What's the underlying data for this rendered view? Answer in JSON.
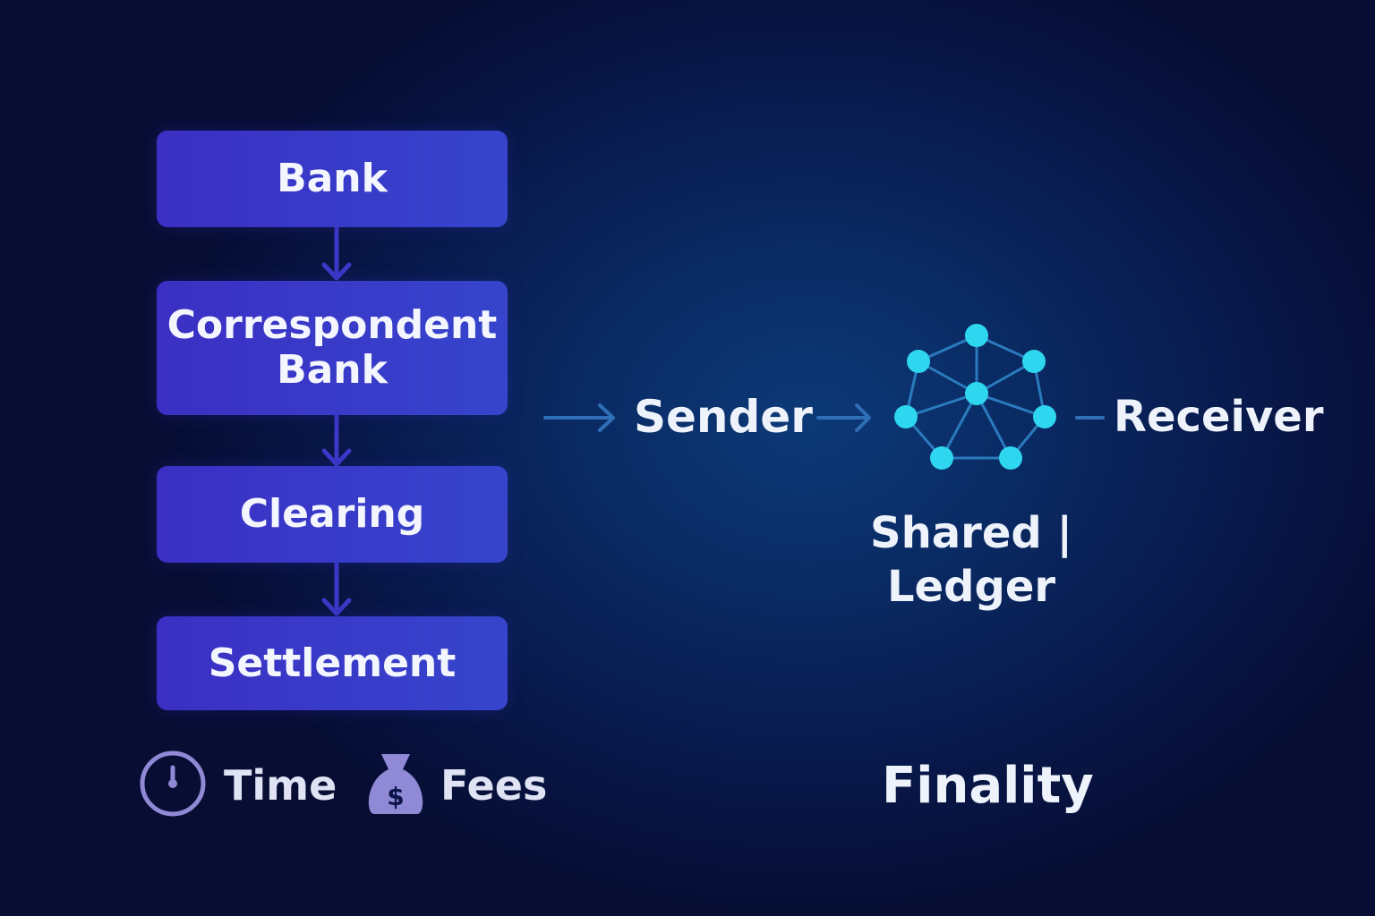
{
  "flow": {
    "steps": [
      {
        "label": "Bank"
      },
      {
        "label": "Correspondent\nBank"
      },
      {
        "label": "Clearing"
      },
      {
        "label": "Settlement"
      }
    ]
  },
  "costs": {
    "time_label": "Time",
    "fees_label": "Fees",
    "time_icon": "stopwatch-icon",
    "fees_icon": "money-bag-icon"
  },
  "blockchain": {
    "sender_label": "Sender",
    "receiver_label": "Receiver",
    "ledger_label": "Shared |\nLedger",
    "finality_label": "Finality",
    "ledger_icon": "network-nodes-icon"
  },
  "colors": {
    "box_fill": "#3b3cc8",
    "connector": "#3d38c9",
    "arrow": "#2f6fb8",
    "node": "#2fd6f0",
    "edge": "#2a7bbd",
    "icon": "#8f89d6"
  }
}
